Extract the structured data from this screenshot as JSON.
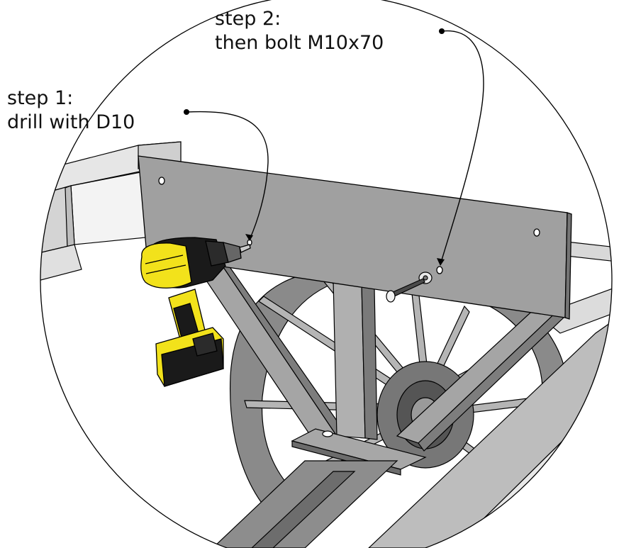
{
  "annotations": {
    "step1": {
      "line1": "step 1:",
      "line2": "drill with D10"
    },
    "step2": {
      "line1": "step 2:",
      "line2": "then bolt M10x70"
    }
  },
  "colors": {
    "steel": "#8e8e8e",
    "steel_dark": "#6f6f6f",
    "steel_light": "#b3b3b3",
    "plank_light": "#ededed",
    "plank_mid": "#c9c9c9",
    "drill_yellow": "#f2e21b",
    "drill_black": "#1a1a1a",
    "outline": "#000000"
  }
}
